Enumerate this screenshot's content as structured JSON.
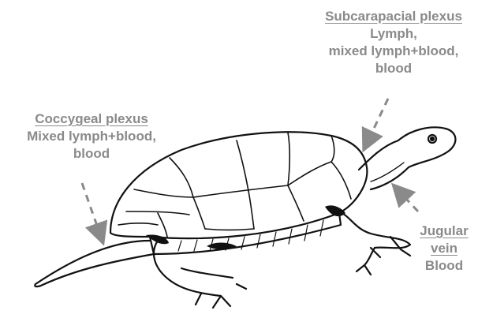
{
  "labels": {
    "subcarapacial": {
      "title": "Subcarapacial plexus",
      "lines": [
        "Lymph,",
        "mixed lymph+blood,",
        "blood"
      ]
    },
    "coccygeal": {
      "title": "Coccygeal plexus",
      "lines": [
        "Mixed lymph+blood,",
        "blood"
      ]
    },
    "jugular": {
      "title_lines": [
        "Jugular",
        "vein"
      ],
      "lines": [
        "Blood"
      ]
    }
  },
  "colors": {
    "text": "#8a8a8a",
    "arrow": "#8a8a8a",
    "outline": "#111111"
  }
}
